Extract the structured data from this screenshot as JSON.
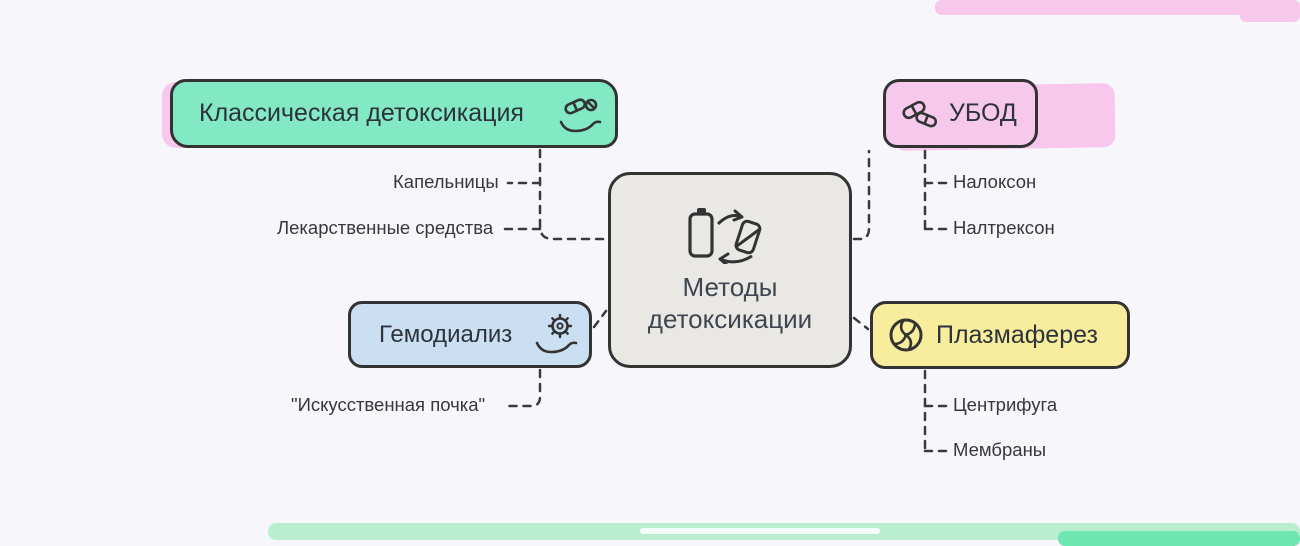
{
  "palette": {
    "background": "#f7f6fb",
    "outline": "#333333",
    "classic_fill": "#83e9c5",
    "hemodialysis_fill": "#cbdff3",
    "ubod_fill": "#f6c9ec",
    "plasmapheresis_fill": "#f8ed9d",
    "center_fill": "#e9e8e5",
    "accent_pink": "#f8c7ec",
    "accent_green": "#b9eed0",
    "accent_green_dark": "#6ee6b0"
  },
  "center": {
    "line1": "Методы",
    "line2": "детоксикации",
    "icon": "battery-recycle-icon"
  },
  "branches": {
    "classic": {
      "label": "Классическая детоксикация",
      "icon": "hand-pills-icon",
      "children": [
        {
          "label": "Капельницы"
        },
        {
          "label": "Лекарственные средства"
        }
      ]
    },
    "hemodialysis": {
      "label": "Гемодиализ",
      "icon": "hand-gear-icon",
      "children": [
        {
          "label": "\"Искусственная почка\""
        }
      ]
    },
    "ubod": {
      "label": "УБОД",
      "icon": "pills-icon",
      "children": [
        {
          "label": "Налоксон"
        },
        {
          "label": "Налтрексон"
        }
      ]
    },
    "plasmapheresis": {
      "label": "Плазмаферез",
      "icon": "spiral-icon",
      "children": [
        {
          "label": "Центрифуга"
        },
        {
          "label": "Мембраны"
        }
      ]
    }
  }
}
